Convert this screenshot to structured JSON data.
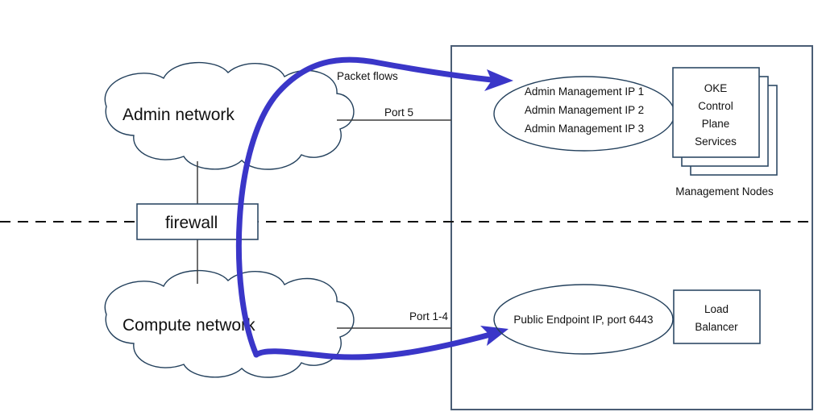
{
  "diagram": {
    "title": "OKE network packet flow diagram",
    "colors": {
      "flow_arrow": "#3a36c8",
      "shape_outline": "#2e4a66",
      "text": "#111111",
      "background": "#ffffff"
    },
    "clouds": [
      {
        "id": "admin-network",
        "label": "Admin network"
      },
      {
        "id": "compute-network",
        "label": "Compute network"
      }
    ],
    "firewall": {
      "label": "firewall"
    },
    "flow_label": "Packet flows",
    "ports": [
      {
        "id": "port-5",
        "label": "Port 5"
      },
      {
        "id": "port-1-4",
        "label": "Port 1-4"
      }
    ],
    "admin_ellipse": {
      "lines": [
        "Admin Management IP 1",
        "Admin Management IP 2",
        "Admin Management IP 3"
      ]
    },
    "public_ellipse": {
      "label": "Public Endpoint IP, port 6443"
    },
    "control_plane_box": {
      "lines": [
        "OKE",
        "Control",
        "Plane",
        "Services"
      ],
      "caption": "Management Nodes",
      "stack_count": 3
    },
    "load_balancer_box": {
      "lines": [
        "Load",
        "Balancer"
      ]
    }
  }
}
